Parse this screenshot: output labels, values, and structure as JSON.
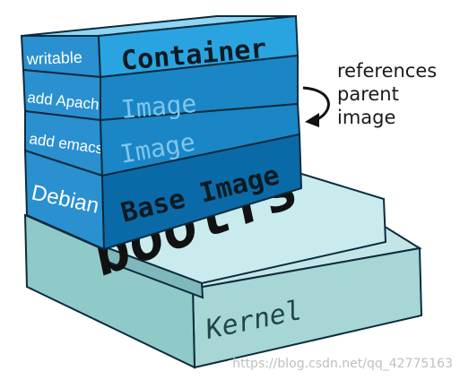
{
  "layers": [
    {
      "side_label": "writable",
      "front_label": "Container",
      "style": "container"
    },
    {
      "side_label": "add Apache",
      "front_label": "Image",
      "style": "image"
    },
    {
      "side_label": "add emacs",
      "front_label": "Image",
      "style": "image"
    },
    {
      "side_label": "Debian",
      "front_label": "Base Image",
      "style": "base"
    }
  ],
  "bootfs_label": "bootfs",
  "kernel_label": "Kernel",
  "annotation": {
    "lines": [
      "references",
      "parent",
      "image"
    ]
  },
  "watermark": "https://blog.csdn.net/qq_42775163",
  "colors": {
    "container_front": "#2aa4e0",
    "image_front": "#1a86c6",
    "base_front": "#0a6aa8",
    "side_face": "#2a90cf",
    "top_face": "#8fd6f3",
    "bootfs_face": "#c9ebee",
    "kernel_face": "#a6d6d5",
    "outline": "#0d2b3e"
  }
}
